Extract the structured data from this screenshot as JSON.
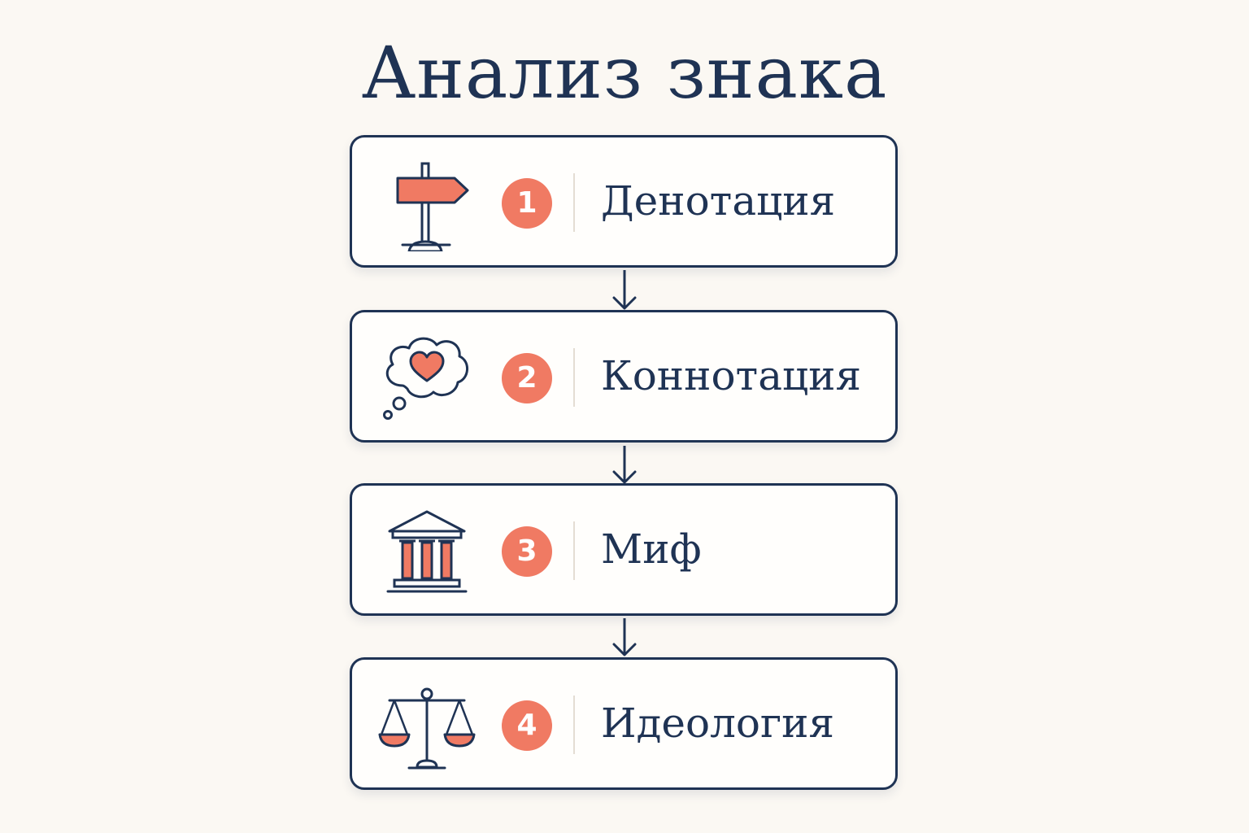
{
  "title": "Анализ знака",
  "colors": {
    "navy": "#1f3354",
    "coral": "#f07a63",
    "background": "#fbf8f3"
  },
  "steps": [
    {
      "number": "1",
      "label": "Денотация",
      "icon": "signpost-icon"
    },
    {
      "number": "2",
      "label": "Коннотация",
      "icon": "thought-heart-icon"
    },
    {
      "number": "3",
      "label": "Миф",
      "icon": "temple-icon"
    },
    {
      "number": "4",
      "label": "Идеология",
      "icon": "scales-icon"
    }
  ]
}
